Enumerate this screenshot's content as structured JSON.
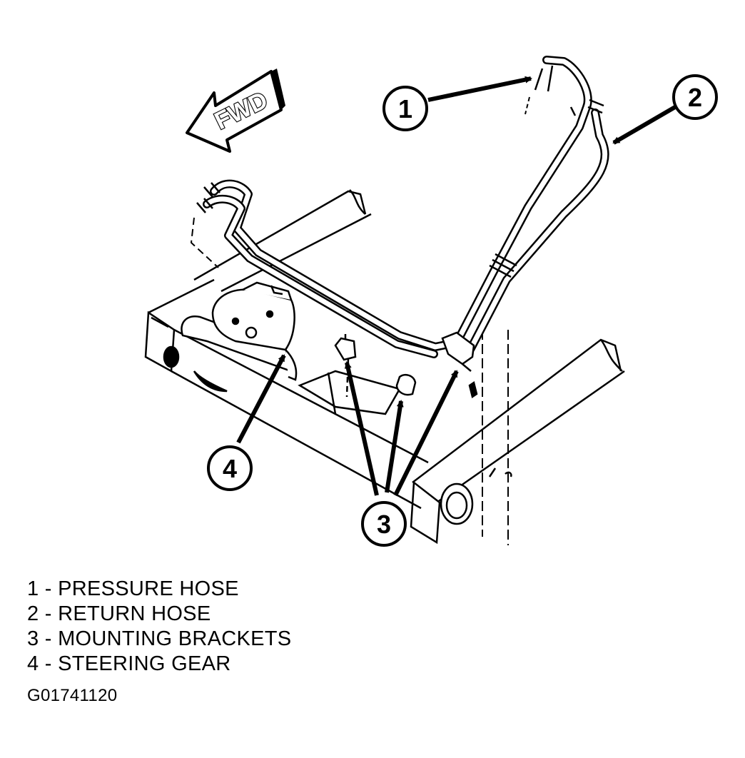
{
  "direction_label": "FWD",
  "callouts": [
    {
      "number": "1"
    },
    {
      "number": "2"
    },
    {
      "number": "3"
    },
    {
      "number": "4"
    }
  ],
  "legend": [
    {
      "text": "1 - PRESSURE HOSE"
    },
    {
      "text": "2 - RETURN HOSE"
    },
    {
      "text": "3 - MOUNTING BRACKETS"
    },
    {
      "text": "4 - STEERING GEAR"
    }
  ],
  "figure_code": "G01741120",
  "colors": {
    "line": "#000000",
    "background": "#ffffff"
  }
}
